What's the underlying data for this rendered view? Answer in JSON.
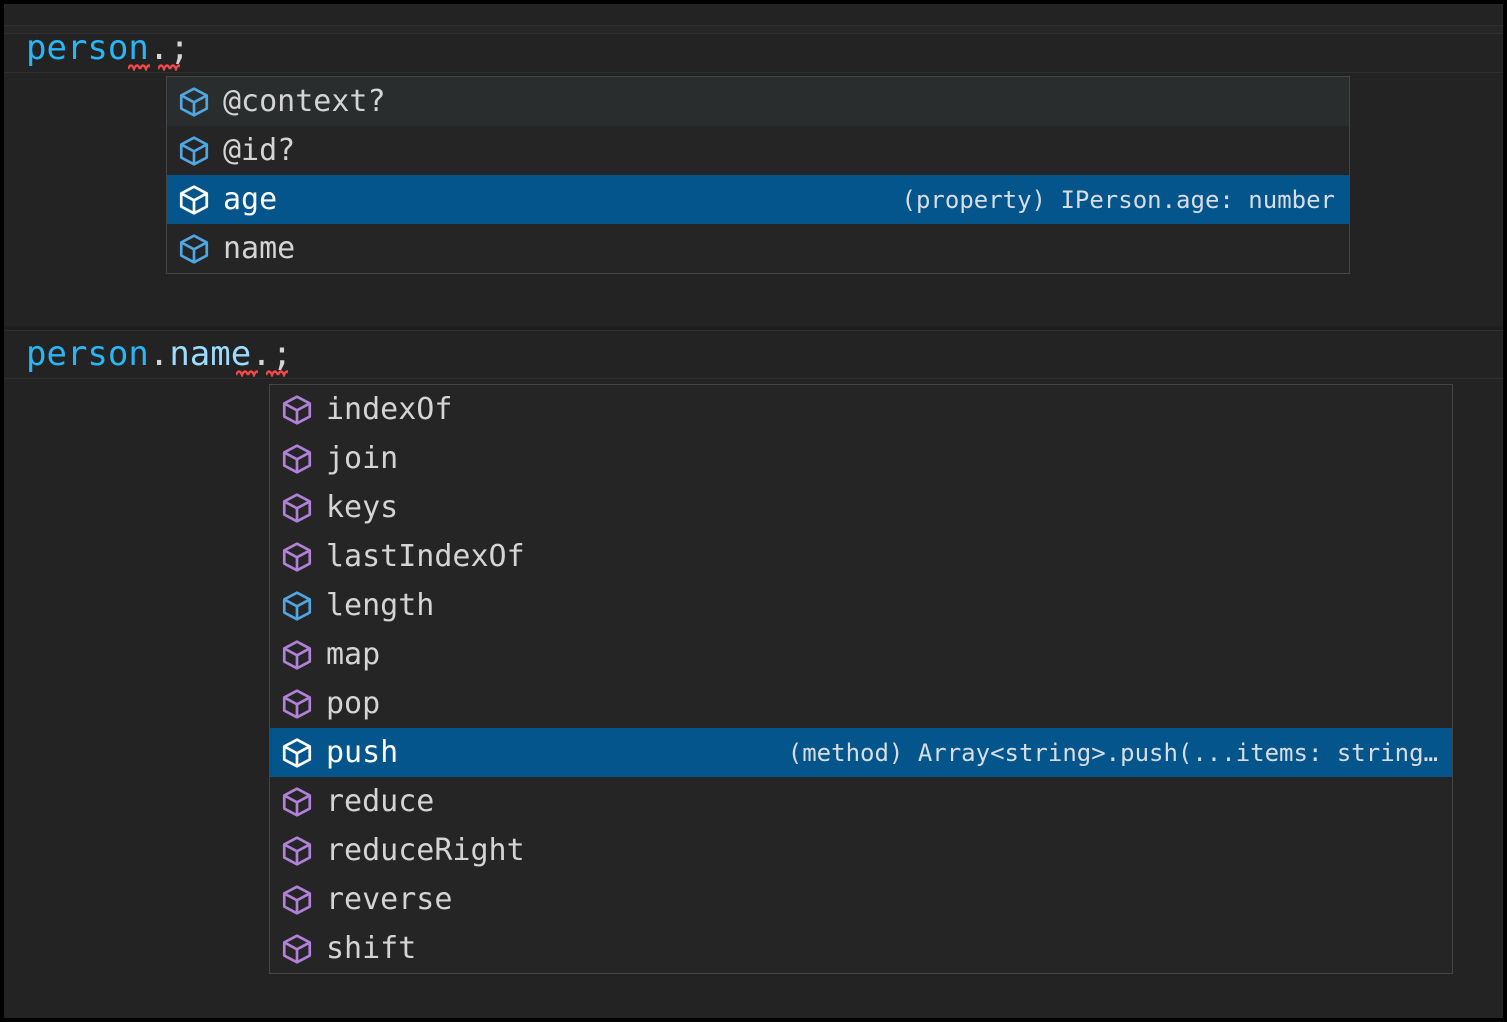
{
  "editor": {
    "background_color": "#232323",
    "lines": [
      {
        "id": "line-1",
        "tokens": [
          {
            "text": "person",
            "kind": "variable",
            "color": "#29b6f6"
          },
          {
            "text": ".",
            "kind": "punctuation",
            "color": "#d4d4d4"
          },
          {
            "text": ";",
            "kind": "punctuation",
            "color": "#d4d4d4"
          }
        ],
        "full_text": "person.;",
        "has_error_squiggle": true
      },
      {
        "id": "line-2",
        "tokens": [
          {
            "text": "person",
            "kind": "variable",
            "color": "#29b6f6"
          },
          {
            "text": ".",
            "kind": "punctuation",
            "color": "#d4d4d4"
          },
          {
            "text": "name",
            "kind": "property",
            "color": "#9cdcfe"
          },
          {
            "text": ".",
            "kind": "punctuation",
            "color": "#d4d4d4"
          },
          {
            "text": ";",
            "kind": "punctuation",
            "color": "#d4d4d4"
          }
        ],
        "full_text": "person.name.;",
        "has_error_squiggle": true
      }
    ]
  },
  "theme": {
    "popup_background": "#252526",
    "popup_border": "#454545",
    "row_hover": "#2a2d2e",
    "row_selected": "#04558c",
    "property_icon_color": "#4fa6e0",
    "method_icon_color": "#b180d7",
    "selected_icon_color": "#ffffff",
    "error_squiggle_color": "#f04747"
  },
  "suggest_properties": {
    "name": "suggest-widget-properties",
    "items": [
      {
        "label": "@context?",
        "icon": "property-cube-icon",
        "icon_kind": "property",
        "detail": "",
        "state": "hovered"
      },
      {
        "label": "@id?",
        "icon": "property-cube-icon",
        "icon_kind": "property",
        "detail": "",
        "state": "normal"
      },
      {
        "label": "age",
        "icon": "property-cube-icon",
        "icon_kind": "property",
        "detail": "(property) IPerson.age: number",
        "state": "selected"
      },
      {
        "label": "name",
        "icon": "property-cube-icon",
        "icon_kind": "property",
        "detail": "",
        "state": "normal"
      }
    ]
  },
  "suggest_methods": {
    "name": "suggest-widget-methods",
    "items": [
      {
        "label": "indexOf",
        "icon": "method-cube-icon",
        "icon_kind": "method",
        "detail": "",
        "state": "normal"
      },
      {
        "label": "join",
        "icon": "method-cube-icon",
        "icon_kind": "method",
        "detail": "",
        "state": "normal"
      },
      {
        "label": "keys",
        "icon": "method-cube-icon",
        "icon_kind": "method",
        "detail": "",
        "state": "normal"
      },
      {
        "label": "lastIndexOf",
        "icon": "method-cube-icon",
        "icon_kind": "method",
        "detail": "",
        "state": "normal"
      },
      {
        "label": "length",
        "icon": "property-cube-icon",
        "icon_kind": "property",
        "detail": "",
        "state": "normal"
      },
      {
        "label": "map",
        "icon": "method-cube-icon",
        "icon_kind": "method",
        "detail": "",
        "state": "normal"
      },
      {
        "label": "pop",
        "icon": "method-cube-icon",
        "icon_kind": "method",
        "detail": "",
        "state": "normal"
      },
      {
        "label": "push",
        "icon": "method-cube-icon",
        "icon_kind": "method",
        "detail": "(method) Array<string>.push(...items: string…",
        "state": "selected"
      },
      {
        "label": "reduce",
        "icon": "method-cube-icon",
        "icon_kind": "method",
        "detail": "",
        "state": "normal"
      },
      {
        "label": "reduceRight",
        "icon": "method-cube-icon",
        "icon_kind": "method",
        "detail": "",
        "state": "normal"
      },
      {
        "label": "reverse",
        "icon": "method-cube-icon",
        "icon_kind": "method",
        "detail": "",
        "state": "normal"
      },
      {
        "label": "shift",
        "icon": "method-cube-icon",
        "icon_kind": "method",
        "detail": "",
        "state": "normal"
      }
    ]
  }
}
